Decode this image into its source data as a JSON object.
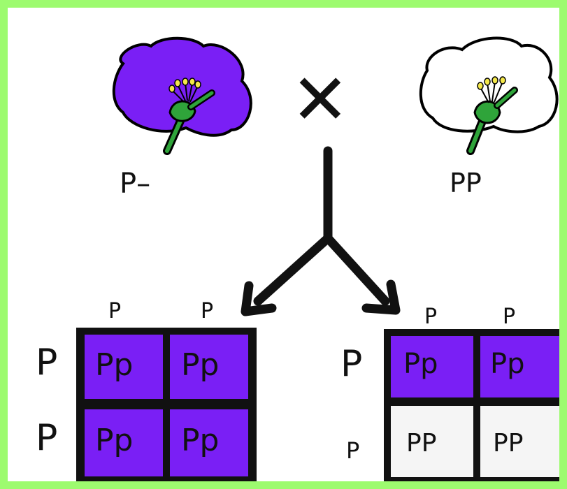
{
  "colors": {
    "frame": "#9dfb6f",
    "purple": "#7a1ff5",
    "white_cell": "#f5f5f5",
    "stem": "#2fa43a",
    "anther": "#f4e84a",
    "ink": "#111111"
  },
  "parents": {
    "left_genotype": "P–",
    "right_genotype": "PP",
    "cross_symbol": "✕"
  },
  "square_left": {
    "top_alleles": [
      "P",
      "P"
    ],
    "side_alleles": [
      "P",
      "P"
    ],
    "cells": [
      "Pp",
      "Pp",
      "Pp",
      "Pp"
    ]
  },
  "square_right": {
    "top_alleles": [
      "P",
      "P"
    ],
    "side_alleles": [
      "P",
      "P"
    ],
    "cells": [
      "Pp",
      "Pp",
      "PP",
      "PP"
    ]
  }
}
